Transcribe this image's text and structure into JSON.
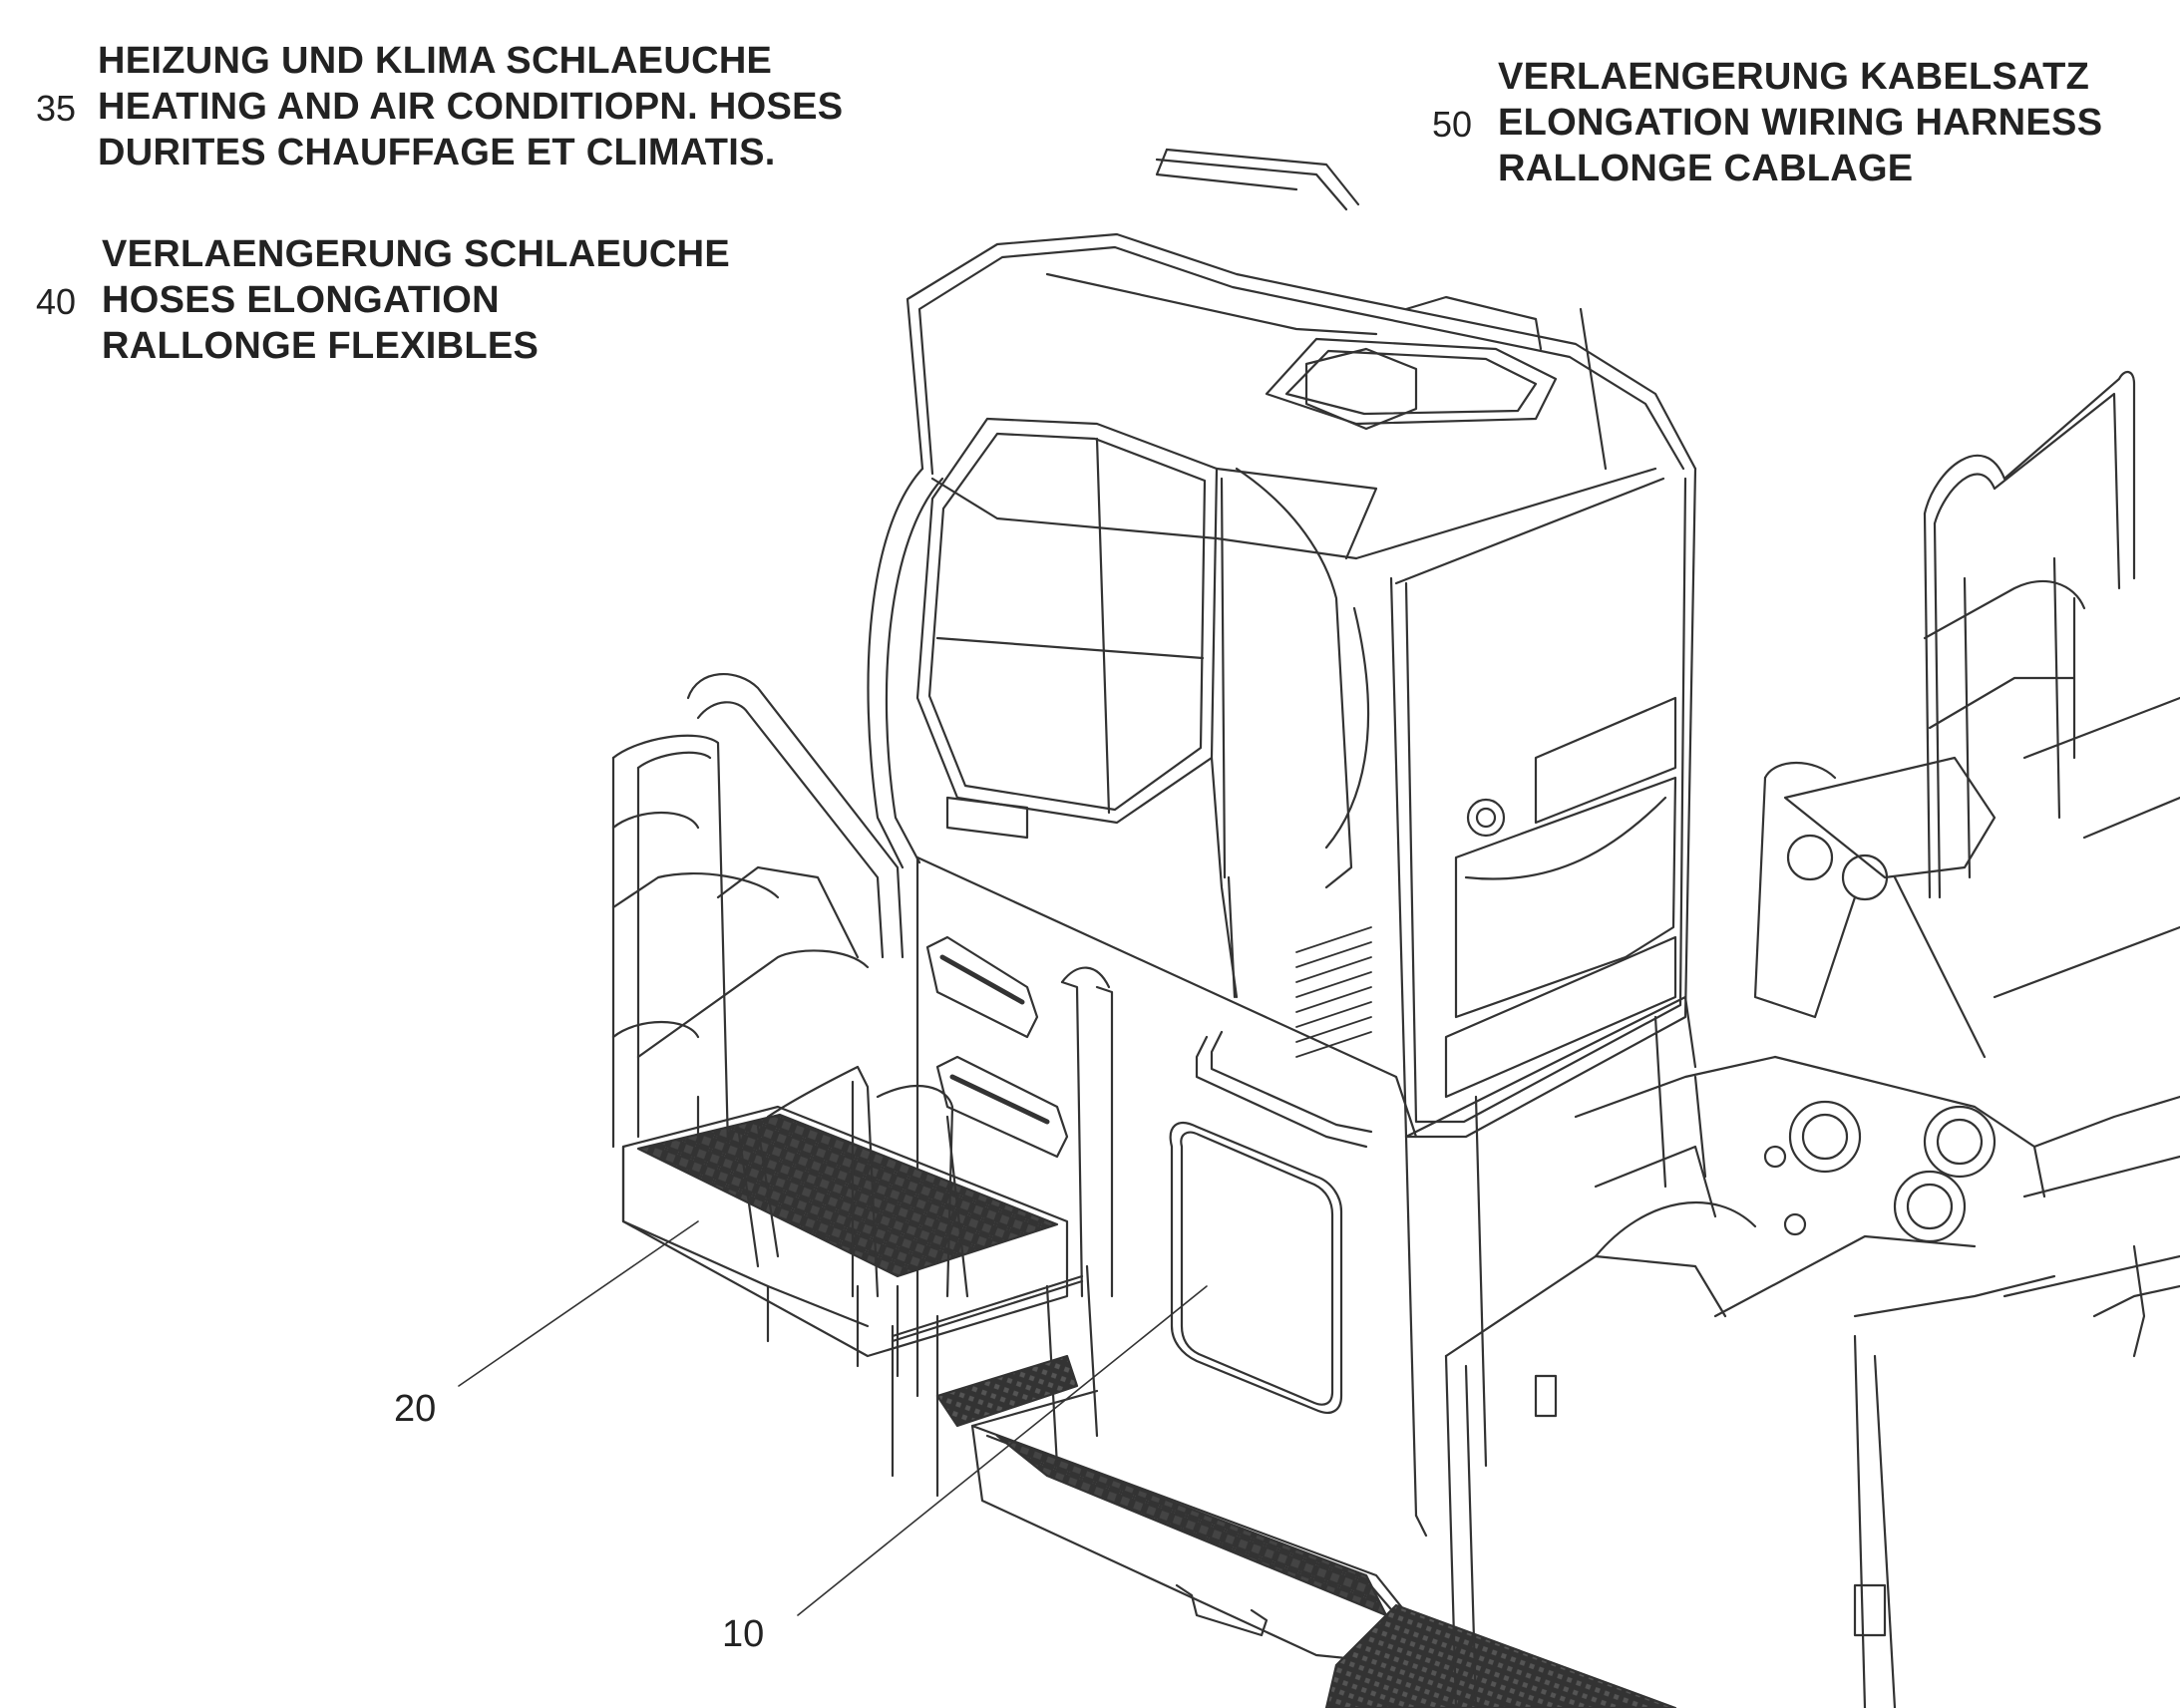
{
  "labels": {
    "l35": {
      "number": "35",
      "lines": [
        "HEIZUNG UND KLIMA SCHLAEUCHE",
        "HEATING AND AIR CONDITIOPN. HOSES",
        "DURITES CHAUFFAGE ET CLIMATIS."
      ]
    },
    "l40": {
      "number": "40",
      "lines": [
        "VERLAENGERUNG SCHLAEUCHE",
        "HOSES ELONGATION",
        "RALLONGE FLEXIBLES"
      ]
    },
    "l50": {
      "number": "50",
      "lines": [
        "VERLAENGERUNG KABELSATZ",
        "ELONGATION WIRING HARNESS",
        "RALLONGE CABLAGE"
      ]
    }
  },
  "callouts": {
    "c20": "20",
    "c10": "10"
  },
  "colors": {
    "line": "#333333",
    "text": "#222222",
    "background": "#ffffff"
  }
}
